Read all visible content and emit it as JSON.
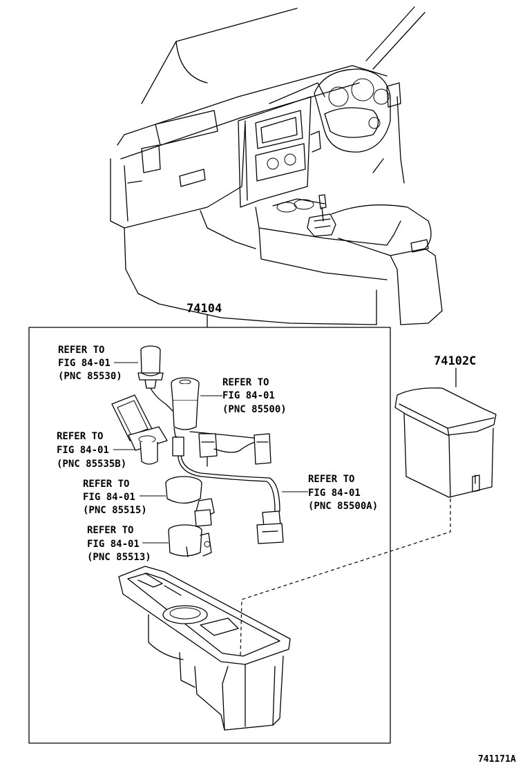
{
  "part_numbers": {
    "assembly": "74104",
    "box": "74102C"
  },
  "callouts": [
    {
      "line1": "REFER TO",
      "line2": "FIG 84-01",
      "line3": "(PNC 85530)"
    },
    {
      "line1": "REFER TO",
      "line2": "FIG 84-01",
      "line3": "(PNC 85500)"
    },
    {
      "line1": "REFER TO",
      "line2": "FIG 84-01",
      "line3": "(PNC 85535B)"
    },
    {
      "line1": "REFER TO",
      "line2": "FIG 84-01",
      "line3": "(PNC 85515)"
    },
    {
      "line1": "REFER TO",
      "line2": "FIG 84-01",
      "line3": "(PNC 85500A)"
    },
    {
      "line1": "REFER TO",
      "line2": "FIG 84-01",
      "line3": "(PNC 85513)"
    }
  ],
  "figure_id": "741171A"
}
